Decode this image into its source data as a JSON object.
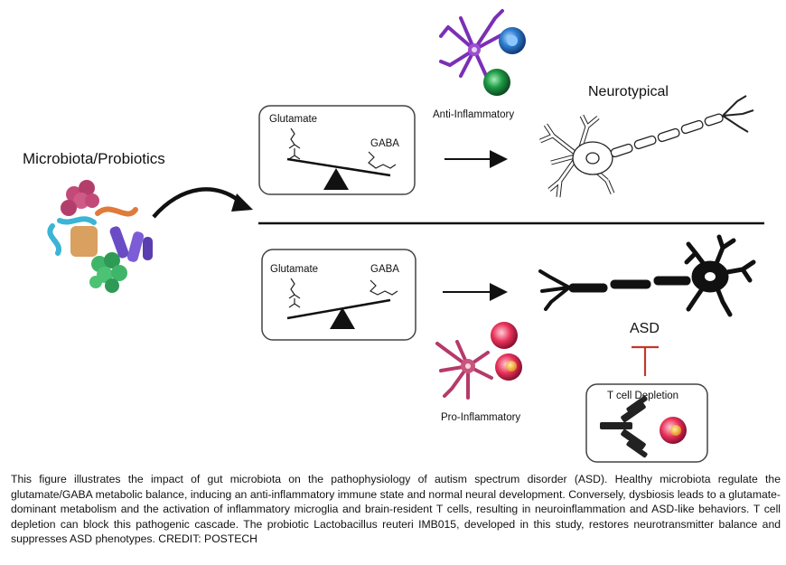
{
  "figure": {
    "source_label": "Microbiota/Probiotics",
    "top_panel": {
      "glutamate": "Glutamate",
      "gaba": "GABA",
      "state": "Anti-Inflammatory",
      "outcome": "Neurotypical"
    },
    "bottom_panel": {
      "glutamate": "Glutamate",
      "gaba": "GABA",
      "state": "Pro-Inflammatory",
      "outcome": "ASD",
      "intervention": "T cell Depletion"
    },
    "colors": {
      "anti_microglia": "#7b2fb5",
      "blue_cell": "#2f7fd0",
      "green_cell": "#1e9a45",
      "pro_microglia": "#b53a6a",
      "red_cell": "#e8325a",
      "inhibit": "#c0392b"
    }
  },
  "caption": "This figure illustrates the impact of gut microbiota on the pathophysiology of autism spectrum disorder (ASD). Healthy microbiota regulate the glutamate/GABA metabolic balance, inducing an anti-inflammatory immune state and normal neural development. Conversely, dysbiosis leads to a glutamate-dominant metabolism and the activation of inflammatory microglia and brain-resident T cells, resulting in neuroinflammation and ASD-like behaviors. T cell depletion can block this pathogenic cascade. The probiotic Lactobacillus reuteri IMB015, developed in this study, restores neurotransmitter balance and suppresses ASD phenotypes. CREDIT: POSTECH"
}
